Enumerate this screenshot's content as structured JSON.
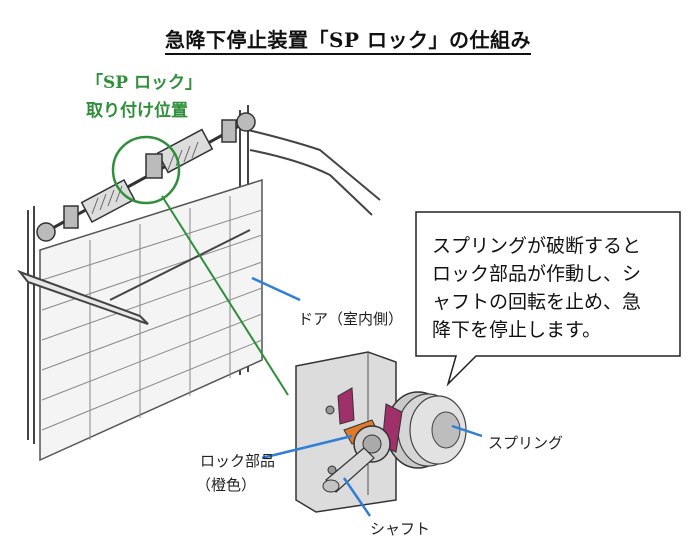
{
  "title": "急降下停止装置「SP ロック」の仕組み",
  "sp_lock_label": {
    "line1": "「SP ロック」",
    "line2": "取り付け位置"
  },
  "callout": {
    "line1": "スプリングが破断すると",
    "line2": "ロック部品が作動し、シ",
    "line3": "ャフトの回転を止め、急",
    "line4": "降下を停止します。"
  },
  "labels": {
    "door": "ドア（室内側）",
    "lock_part_1": "ロック部品",
    "lock_part_2": "（橙色）",
    "spring": "スプリング",
    "shaft": "シャフト"
  },
  "colors": {
    "green": "#2f8f3a",
    "blue_leader": "#2f7fd8",
    "orange_part": "#e07a2a",
    "magenta_part": "#a0306a"
  }
}
